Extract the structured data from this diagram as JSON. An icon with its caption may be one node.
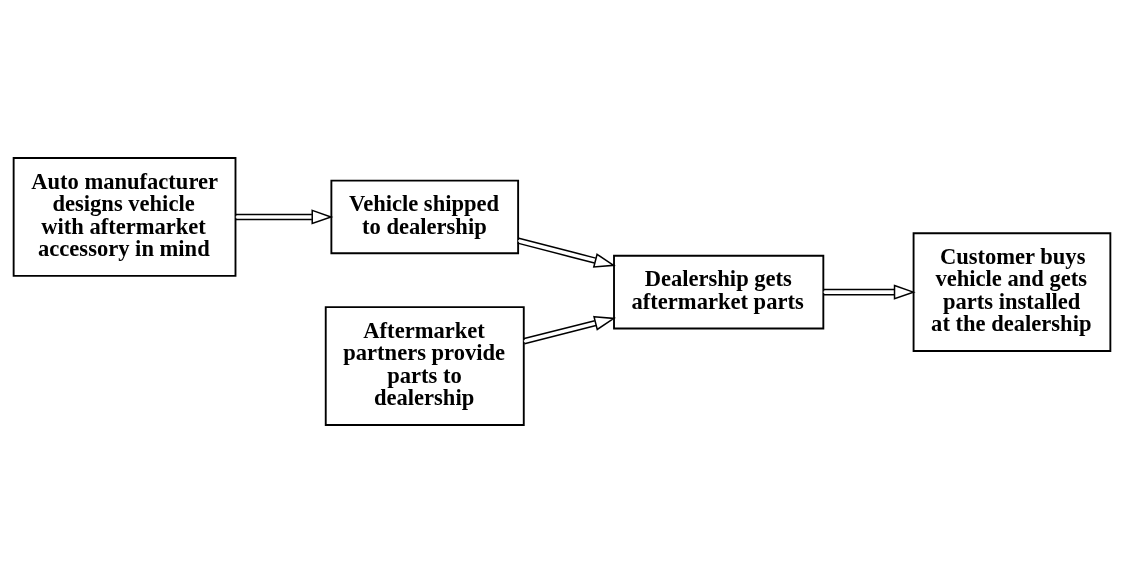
{
  "diagram": {
    "nodes": [
      {
        "text": [
          "Auto manufacturer designs vehicle with aftermarket accessory in mind"
        ]
      },
      {
        "text": [
          "Vehicle shipped to dealership"
        ]
      },
      {
        "text": [
          "Dealership gets aftermarket parts"
        ]
      },
      {
        "text": [
          "Customer buys vehicle and gets parts installed at the dealership"
        ]
      },
      {
        "text": [
          "Aftermarket partners provide parts to dealership"
        ]
      }
    ],
    "edges": [
      {
        "from": 0,
        "to": 1,
        "arrow": "to"
      },
      {
        "from": 1,
        "to": 2,
        "arrow": "to"
      },
      {
        "from": 2,
        "to": 3,
        "arrow": "to"
      },
      {
        "from": 4,
        "to": 2,
        "arrow": "to"
      }
    ]
  }
}
